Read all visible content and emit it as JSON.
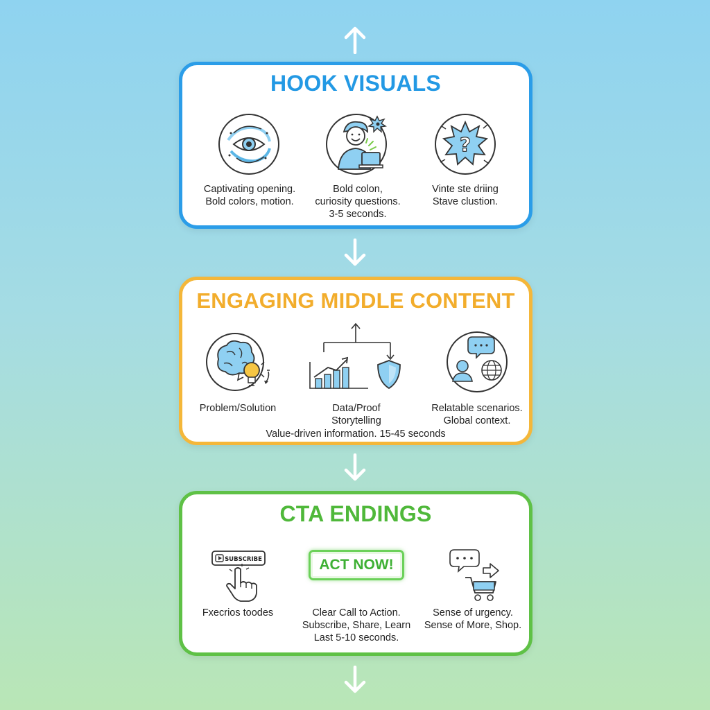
{
  "colors": {
    "hook": "#2b9de8",
    "middle": "#f4b73a",
    "cta": "#5fc146",
    "icon_fill": "#8fd0f2",
    "icon_stroke": "#333333"
  },
  "hook": {
    "title": "HOOK VISUALS",
    "items": [
      {
        "icon": "eye-swirl-icon",
        "lines": [
          "Captivating opening.",
          "Bold colors, motion."
        ]
      },
      {
        "icon": "person-laptop-icon",
        "lines": [
          "Bold colon,",
          "curiosity questions.",
          "3-5 seconds."
        ]
      },
      {
        "icon": "question-burst-icon",
        "lines": [
          "Vinte ste driing",
          "Stave clustion."
        ]
      }
    ]
  },
  "middle": {
    "title": "ENGAGING MIDDLE CONTENT",
    "items": [
      {
        "icon": "brain-lightbulb-icon",
        "lines": [
          "Problem/Solution"
        ]
      },
      {
        "icon": "chart-shield-icon",
        "lines": [
          "Data/Proof",
          "Storytelling"
        ]
      },
      {
        "icon": "person-globe-chat-icon",
        "lines": [
          "Relatable scenarios.",
          "Global context."
        ]
      }
    ],
    "footer": "Value-driven information. 15-45 seconds"
  },
  "cta": {
    "title": "CTA ENDINGS",
    "subscribe_label": "SUBSCRIBE",
    "act_now_label": "ACT NOW!",
    "items": [
      {
        "icon": "hand-subscribe-icon",
        "lines": [
          "Fxecrios toodes"
        ]
      },
      {
        "icon": "act-now-button",
        "lines": [
          "Clear Call to Action.",
          "Subscribe, Share, Learn",
          "Last 5-10 seconds."
        ]
      },
      {
        "icon": "chat-cart-icon",
        "lines": [
          "Sense of urgency.",
          "Sense of More, Shop."
        ]
      }
    ]
  }
}
